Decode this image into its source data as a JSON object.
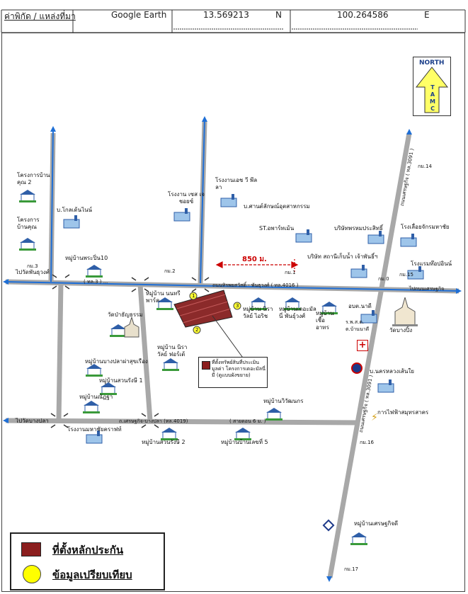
{
  "header": {
    "coord_label": "ค่าพิกัด / แหล่งที่มา",
    "source": "Google Earth",
    "lat": "13.569213",
    "lat_dir": "N",
    "lon": "100.264586",
    "lon_dir": "E"
  },
  "north_arrow": {
    "label": "NORTH",
    "letters": [
      "T",
      "A",
      "M",
      "C"
    ]
  },
  "roads": {
    "main_left": "ไปวัดพันธุวงศ์",
    "main_code": "( ทล.3 ) ...",
    "main_right": "ไปถนนเศรษฐกิจ",
    "main_road": "ถนนทิรพยสวัสดิ์ - พันธุวงศ์  ( ทล.4016 )",
    "south_left": "ไปวัดบางปลา",
    "south_road": "ถ.เศรษฐกิจ-บางปลา  (ทล.4019)",
    "south_right": "( สายดอน 6 ม. )",
    "east_road": "ถนนเศรษฐกิจ ( ทล.3091 )",
    "east_road_south": "ถนนเศรษฐกิจ ( ทล.3091 )",
    "distance": "850 ม."
  },
  "km_markers": [
    "กม.3",
    "กม.2",
    "กม.1",
    "กม.0",
    "กม.15",
    "กม.14",
    "กม.16",
    "กม.17"
  ],
  "places": [
    "โครงการบ้านคุณ 2",
    "โครงการบ้านคุณ",
    "บ.โกลเด้นไนน์",
    "หมู่บ้านพระปิ่น10",
    "โรงงาน เซส เจ ชอยซ์",
    "โรงงานเอช วี พีลลา",
    "บ.ศานต์ลักษณ์อุตสาหกรรม",
    "ST.อพาร์ทเม้น",
    "บริษัทพรหมประสิทธิ์",
    "โรงเลื่อยจักรมหาชัย",
    "บริษัท สถานีเก็บน้ำ เจ้าพันธิ์ฯ",
    "โรงแรมท๊อปอินน์",
    "หมู่บ้าน นนทรีพาร์ค",
    "หมู่บ้าน นิราวัลย์ ไอริช",
    "หมู่บ้านเดอะมัลนี่ พันธุ์วงศ์",
    "หมู่บ้าน เชื้ออาทร",
    "อบต.นาดี",
    "ร.พ.ส.ต.",
    "ต.บ้านนาดี",
    "วัดบางปิ้ง",
    "วัดป่าธัญธรรม",
    "หมู่บ้าน นิราวัลย์ ฟอร์เต้",
    "หมู่บ้านบางปลาผ่าสุขเรือง",
    "หมู่บ้านสวนรังษี 1",
    "หมู่บ้านณัฏฐา",
    "บ.นครหลวงเส้นใย",
    "การไฟฟ้าสมุทรสาคร",
    "หมู่บ้านวิวัฒนกร",
    "โรงงานมหาชัยคราฟท์",
    "หมู่บ้านสวนรังษี 2",
    "หมู่บ้านบ้านเลขที่ 5",
    "หมู่บ้านเศรษฐกิจดี"
  ],
  "target": {
    "label": "ที่ตั้งทรัพย์สินที่ประเมินมูลค่า โครงการเดอะมัลนี่ มี (ดูแบบผังขยาย)",
    "markers": [
      "1",
      "2",
      "3"
    ]
  },
  "legend": {
    "collateral": "ที่ตั้งหลักประกัน",
    "comparable": "ข้อมูลเปรียบเทียบ",
    "collateral_color": "#8b1e1e",
    "comparable_color": "#ffff00"
  },
  "colors": {
    "road_line": "#1f6fd6",
    "road_fill": "#a9a9a9",
    "dist": "#cc0000"
  }
}
